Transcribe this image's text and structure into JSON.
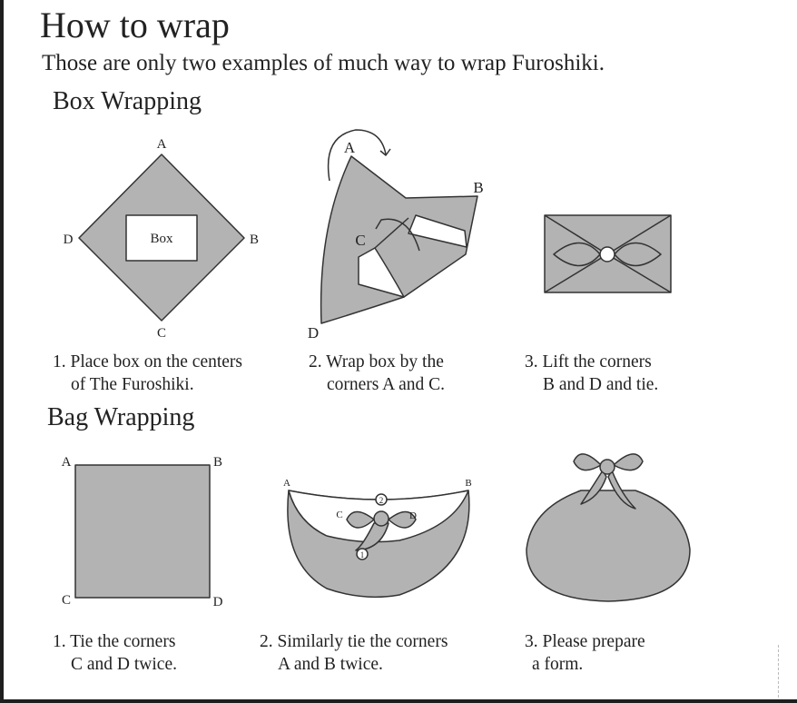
{
  "title": "How to wrap",
  "subtitle": "Those are only two examples of much way to wrap Furoshiki.",
  "box_wrapping": {
    "heading": "Box Wrapping",
    "step1": {
      "labels": {
        "a": "A",
        "b": "B",
        "c": "C",
        "d": "D",
        "box": "Box"
      },
      "caption_line1": "1. Place box on the centers",
      "caption_line2": "of The Furoshiki."
    },
    "step2": {
      "labels": {
        "a": "A",
        "b": "B",
        "c": "C",
        "d": "D"
      },
      "caption_line1": "2. Wrap box by the",
      "caption_line2": "corners A and C."
    },
    "step3": {
      "caption_line1": "3. Lift the corners",
      "caption_line2": "B and D and tie."
    }
  },
  "bag_wrapping": {
    "heading": "Bag Wrapping",
    "step1": {
      "labels": {
        "a": "A",
        "b": "B",
        "c": "C",
        "d": "D"
      },
      "caption_line1": "1. Tie the corners",
      "caption_line2": "C and D twice."
    },
    "step2": {
      "labels": {
        "a": "A",
        "b": "B",
        "c": "C",
        "d": "D",
        "n1": "1",
        "n2": "2"
      },
      "caption_line1": "2. Similarly tie the corners",
      "caption_line2": "A and B twice."
    },
    "step3": {
      "caption_line1": "3. Please prepare",
      "caption_line2": "a form."
    }
  },
  "colors": {
    "cloth": "#b3b3b3",
    "outline": "#333333",
    "frame": "#1e1e1e"
  }
}
